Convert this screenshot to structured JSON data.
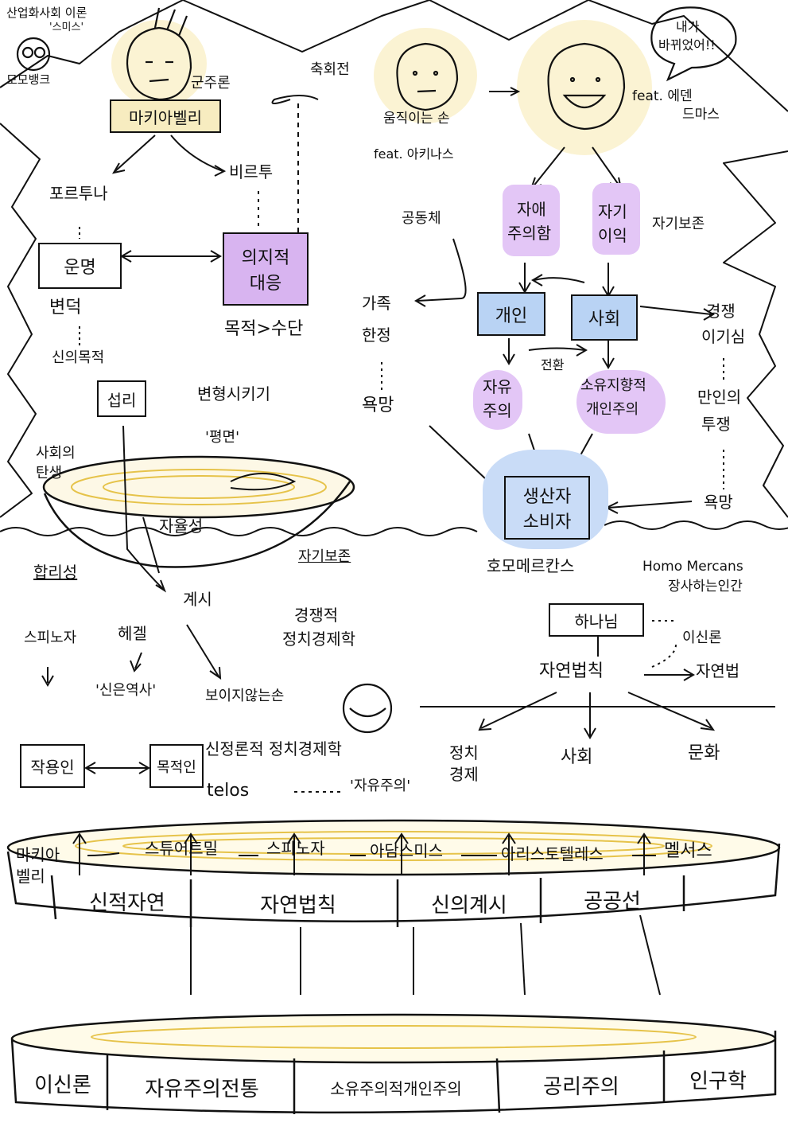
{
  "corner": {
    "title_line1": "산업화사회 이론",
    "title_line2": "'스미스'",
    "credit": "모모뱅크"
  },
  "top_left": {
    "ruler": "군주론",
    "machiavelli": "마키아벨리",
    "fortuna": "포르투나",
    "virtu": "비르투",
    "fate": "운명",
    "will_response_line1": "의지적",
    "will_response_line2": "대응",
    "variability": "변덕",
    "goal_means": "목적>수단",
    "divine_attr": "신의목적",
    "providence": "섭리",
    "transform": "변형시키기",
    "flat": "'평면'",
    "society_birth_line1": "사회의",
    "society_birth_line2": "탄생",
    "autonomy": "자율성"
  },
  "middle": {
    "copernican": "축회전",
    "adam_smith_label": "움직이는 손",
    "feat_arch": "feat. 아키나스",
    "bubble_line1": "내가",
    "bubble_line2": "바뀌었어!!",
    "feat_mandeville_line1": "feat. 에덴",
    "feat_mandeville_line2": "드마스",
    "community": "공동체",
    "self_love_line1": "자애",
    "self_love_line2": "주의함",
    "self_interest_line1": "자기",
    "self_interest_line2": "이익",
    "self_preservation": "자기보존",
    "family_line1": "가족",
    "family_line2": "한정",
    "individual": "개인",
    "society": "사회",
    "competition_line1": "경쟁",
    "competition_line2": "이기심",
    "transition": "전환",
    "liberalism_line1": "자유",
    "liberalism_line2": "주의",
    "possessive_line1": "소유지향적",
    "possessive_line2": "개인주의",
    "war_line1": "만인의",
    "war_line2": "투쟁",
    "desire_left": "욕망",
    "desire_right": "욕망",
    "producer_line1": "생산자",
    "producer_line2": "소비자",
    "homo_korean": "호모메르칸스",
    "homo_latin": "Homo Mercans",
    "merchant_human": "장사하는인간",
    "god": "하나님",
    "deism": "이신론",
    "natural_law_rule": "자연법칙",
    "natural_law": "자연법",
    "politics_line1": "정치",
    "politics_line2": "경제",
    "society2": "사회",
    "culture": "문화"
  },
  "lower_left": {
    "rationality": "합리성",
    "self_pres2": "자기보존",
    "revelation": "계시",
    "competitive_line1": "경쟁적",
    "competitive_line2": "정치경제학",
    "spinoza": "스피노자",
    "hegel": "헤겔",
    "providence_history": "'신은역사'",
    "invisible_hand": "보이지않는손",
    "efficient": "작용인",
    "final": "목적인",
    "theological_pe": "신정론적 정치경제학",
    "telos": "telos",
    "liberalism_q": "'자유주의'"
  },
  "upper_disc": {
    "cells": [
      "신적자연",
      "자연법칙",
      "신의계시",
      "공공선"
    ]
  },
  "thinkers": {
    "machiavelli_line1": "마키아",
    "machiavelli_line2": "벨리",
    "mill": "스튜어트밀",
    "spinoza": "스피노자",
    "smith": "아담스미스",
    "aristotle": "아리스토텔레스",
    "malthus": "멜서스"
  },
  "lower_disc": {
    "cells": [
      "이신론",
      "자유주의전통",
      "소유주의적개인주의",
      "공리주의",
      "인구학"
    ]
  },
  "colors": {
    "purple": "#d8b4f0",
    "blue": "#b9d3f4",
    "yellow": "#f7ecc0",
    "gold_line": "#e6c34a",
    "ink": "#111111"
  }
}
